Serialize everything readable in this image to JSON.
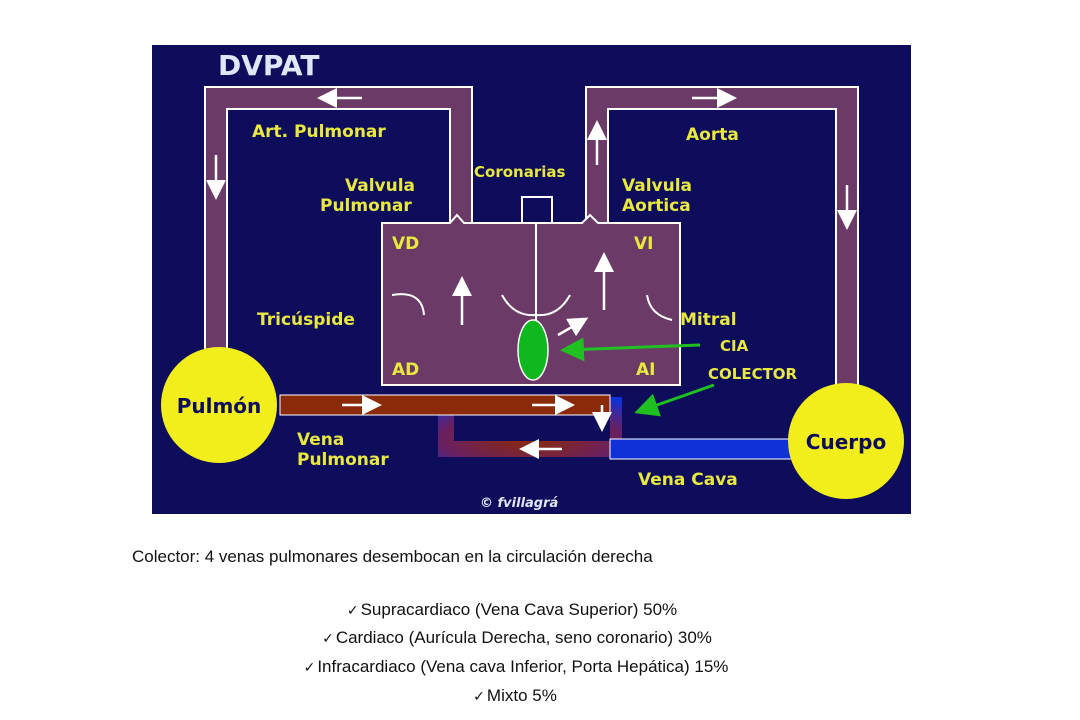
{
  "diagram": {
    "title": "DVPAT",
    "labels": {
      "art_pulmonar": "Art. Pulmonar",
      "aorta": "Aorta",
      "coronarias": "Coronarias",
      "valvula_pulmonar_1": "Valvula",
      "valvula_pulmonar_2": "Pulmonar",
      "valvula_aortica_1": "Valvula",
      "valvula_aortica_2": "Aortica",
      "vd": "VD",
      "vi": "VI",
      "ad": "AD",
      "ai": "AI",
      "tricuspide": "Tricúspide",
      "mitral": "Mitral",
      "cia": "CIA",
      "colector": "COLECTOR",
      "pulmon": "Pulmón",
      "cuerpo": "Cuerpo",
      "vena_pulmonar_1": "Vena",
      "vena_pulmonar_2": "Pulmonar",
      "vena_cava": "Vena Cava",
      "credit": "© fvillagrá"
    },
    "colors": {
      "background": "#0d0d5c",
      "vessel": "#6b3a66",
      "vessel_border": "#ffffff",
      "label": "#e8e840",
      "circle": "#f2ee1c",
      "oxygenated": "#8b2a08",
      "deoxygenated": "#1030d8",
      "cia": "#10b820",
      "cia_arrow": "#20c020"
    }
  },
  "caption": {
    "colector_line": "Colector:  4 venas pulmonares desembocan en la circulación derecha",
    "types": [
      "Supracardiaco (Vena Cava Superior)  50%",
      "Cardiaco (Aurícula Derecha, seno coronario) 30%",
      "Infracardiaco (Vena cava Inferior, Porta Hepática) 15%",
      "Mixto 5%"
    ]
  }
}
